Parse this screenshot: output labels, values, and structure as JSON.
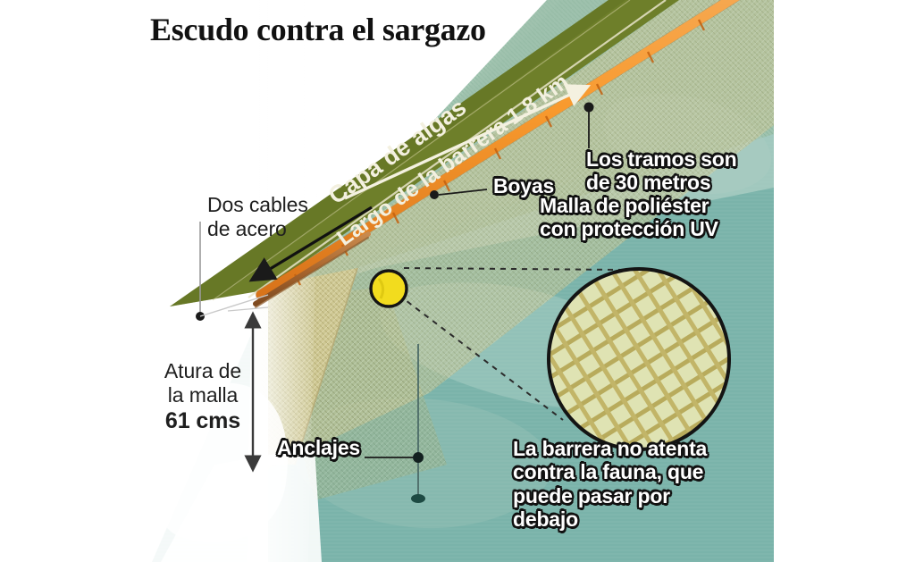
{
  "title": "Escudo contra el sargazo",
  "band_labels": {
    "algae_layer": "Capa de algas",
    "barrier_length": "Largo de la barrera 1.8 km"
  },
  "callouts": {
    "steel_cables": "Dos cables\nde acero",
    "buoys": "Boyas",
    "sections": "Los tramos son\nde 30 metros",
    "mesh": "Malla de  poliéster\ncon protección UV",
    "mesh_height_label": "Atura de\nla malla",
    "mesh_height_value": "61 cms",
    "anchors": "Anclajes",
    "fauna": "La  barrera no atenta\ncontra la fauna, que\npuede pasar por\ndebajo"
  },
  "icons": {
    "zoom_source": "magnifier-source-circle-icon",
    "zoom_detail": "mesh-detail-circle-icon",
    "length_arrow": "length-arrow-icon",
    "cable_arrow": "cable-arrow-icon",
    "height_arrow": "height-double-arrow-icon",
    "anchor_dot": "anchor-point-icon",
    "buoy_dot": "buoy-point-icon"
  },
  "colors": {
    "water": "#7bb4ab",
    "water_light": "#a9cdc4",
    "algae_band": "#6e7f2a",
    "barrier_orange": "#f08a28",
    "mesh_khaki": "#cfc893",
    "buoy_yellow": "#f2dc1e",
    "title_text": "#111111",
    "page_background": "#ffffff"
  }
}
